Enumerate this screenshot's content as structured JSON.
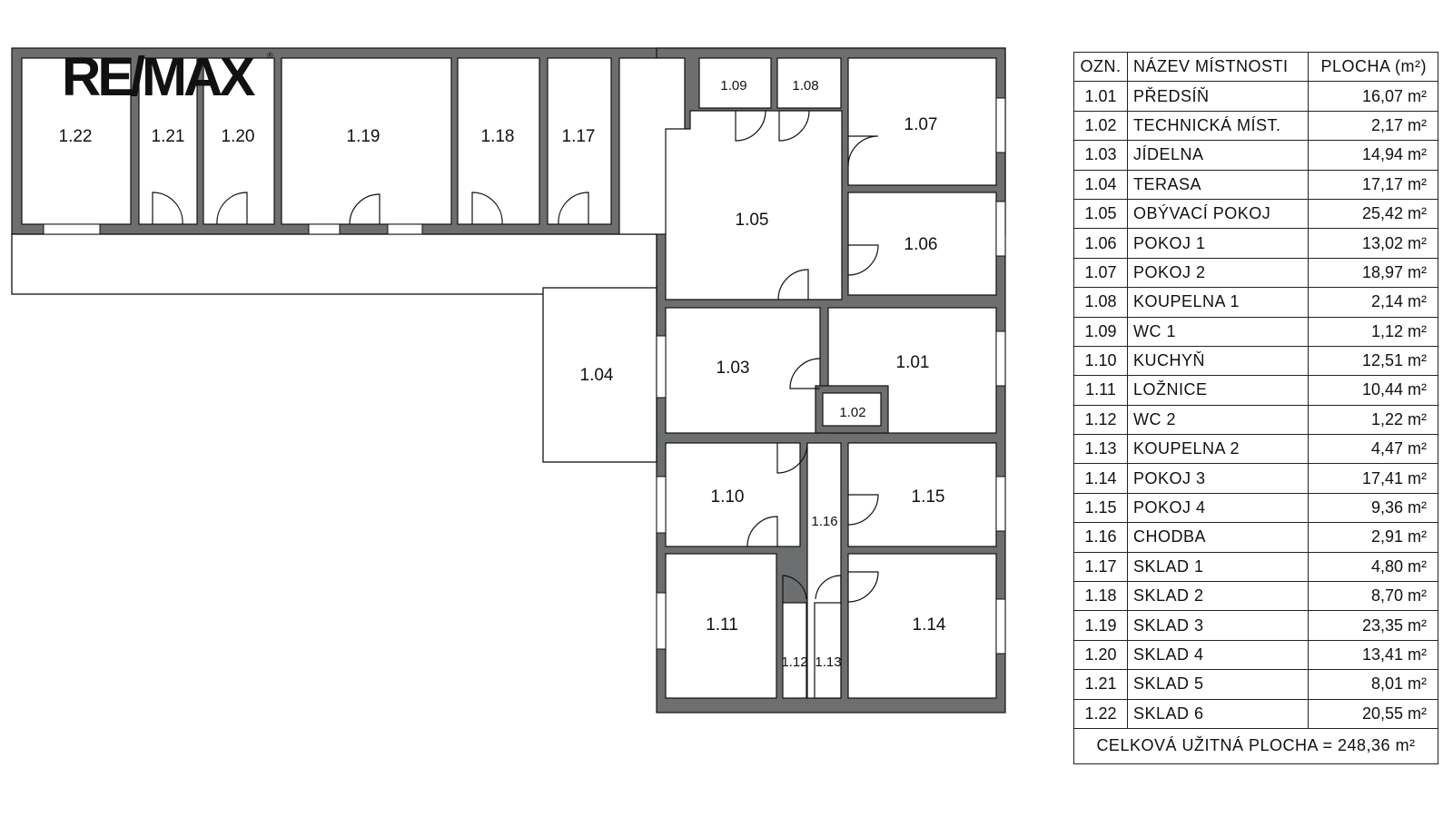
{
  "logo": {
    "text": "RE/MAX",
    "reg": "®"
  },
  "floor_plan": {
    "rooms": [
      {
        "code": "1.22"
      },
      {
        "code": "1.21"
      },
      {
        "code": "1.20"
      },
      {
        "code": "1.19"
      },
      {
        "code": "1.18"
      },
      {
        "code": "1.17"
      },
      {
        "code": "1.09"
      },
      {
        "code": "1.08"
      },
      {
        "code": "1.07"
      },
      {
        "code": "1.05"
      },
      {
        "code": "1.06"
      },
      {
        "code": "1.04"
      },
      {
        "code": "1.03"
      },
      {
        "code": "1.01"
      },
      {
        "code": "1.02"
      },
      {
        "code": "1.10"
      },
      {
        "code": "1.16"
      },
      {
        "code": "1.15"
      },
      {
        "code": "1.11"
      },
      {
        "code": "1.12"
      },
      {
        "code": "1.13"
      },
      {
        "code": "1.14"
      }
    ]
  },
  "legend": {
    "header": {
      "code": "OZN.",
      "name": "NÁZEV MÍSTNOSTI",
      "area": "PLOCHA (m²)"
    },
    "rows": [
      {
        "code": "1.01",
        "name": "PŘEDSÍŇ",
        "area": "16,07 m²"
      },
      {
        "code": "1.02",
        "name": "TECHNICKÁ MÍST.",
        "area": "2,17 m²"
      },
      {
        "code": "1.03",
        "name": "JÍDELNA",
        "area": "14,94 m²"
      },
      {
        "code": "1.04",
        "name": "TERASA",
        "area": "17,17 m²"
      },
      {
        "code": "1.05",
        "name": "OBÝVACÍ POKOJ",
        "area": "25,42 m²"
      },
      {
        "code": "1.06",
        "name": "POKOJ 1",
        "area": "13,02 m²"
      },
      {
        "code": "1.07",
        "name": "POKOJ 2",
        "area": "18,97 m²"
      },
      {
        "code": "1.08",
        "name": "KOUPELNA 1",
        "area": "2,14 m²"
      },
      {
        "code": "1.09",
        "name": "WC 1",
        "area": "1,12 m²"
      },
      {
        "code": "1.10",
        "name": "KUCHYŇ",
        "area": "12,51 m²"
      },
      {
        "code": "1.11",
        "name": "LOŽNICE",
        "area": "10,44 m²"
      },
      {
        "code": "1.12",
        "name": "WC 2",
        "area": "1,22 m²"
      },
      {
        "code": "1.13",
        "name": "KOUPELNA 2",
        "area": "4,47 m²"
      },
      {
        "code": "1.14",
        "name": "POKOJ 3",
        "area": "17,41 m²"
      },
      {
        "code": "1.15",
        "name": "POKOJ 4",
        "area": "9,36 m²"
      },
      {
        "code": "1.16",
        "name": "CHODBA",
        "area": "2,91 m²"
      },
      {
        "code": "1.17",
        "name": "SKLAD 1",
        "area": "4,80 m²"
      },
      {
        "code": "1.18",
        "name": "SKLAD 2",
        "area": "8,70 m²"
      },
      {
        "code": "1.19",
        "name": "SKLAD 3",
        "area": "23,35 m²"
      },
      {
        "code": "1.20",
        "name": "SKLAD 4",
        "area": "13,41 m²"
      },
      {
        "code": "1.21",
        "name": "SKLAD 5",
        "area": "8,01 m²"
      },
      {
        "code": "1.22",
        "name": "SKLAD 6",
        "area": "20,55 m²"
      }
    ],
    "total": "CELKOVÁ UŽITNÁ PLOCHA = 248,36 m²"
  }
}
